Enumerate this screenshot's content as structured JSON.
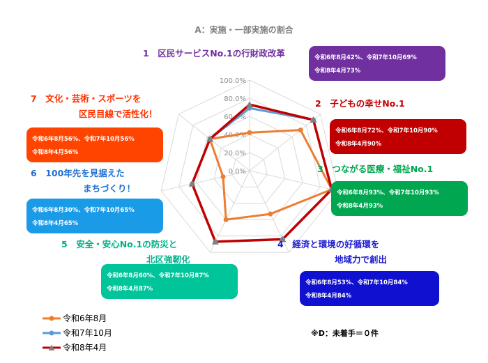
{
  "chart_data": {
    "type": "radar",
    "title": "A：実施・一部実施の割合",
    "categories": [
      "1 区民サービスNo.1の行財政改革",
      "2 子どもの幸せNo.1",
      "3 つながる医療・福祉No.1",
      "4 経済と環境の好循環を地域力で創出",
      "5 安全・安心No.1の防災と北区強靭化",
      "6 100年先を見据えたまちづくり！",
      "7 文化・芸術・スポーツを区民目線で活性化！"
    ],
    "series": [
      {
        "name": "令和6年8月",
        "values": [
          42,
          72,
          93,
          53,
          60,
          30,
          56
        ],
        "color": "#ed7d31",
        "marker": "circle"
      },
      {
        "name": "令和7年10月",
        "values": [
          69,
          90,
          93,
          84,
          87,
          65,
          56
        ],
        "color": "#5b9bd5",
        "marker": "circle"
      },
      {
        "name": "令和8年4月",
        "values": [
          73,
          90,
          93,
          84,
          87,
          65,
          56
        ],
        "color": "#c00000",
        "marker": "triangle"
      }
    ],
    "rlim": [
      0,
      100
    ],
    "ticks": [
      "0.0%",
      "20.0%",
      "40.0%",
      "60.0%",
      "80.0%",
      "100.0%"
    ],
    "grid": true,
    "legend": "bottom-left"
  },
  "goals": [
    {
      "num": "1",
      "lines": [
        "1　区民サービスNo.1の行財政改革"
      ],
      "color": "#7030a0",
      "box": [
        "令和6年8月42%、令和7年10月69%",
        "令和8年4月73%"
      ]
    },
    {
      "num": "2",
      "lines": [
        "2　子どもの幸せNo.1"
      ],
      "color": "#c00000",
      "box": [
        "令和6年8月72%、令和7年10月90%",
        "令和8年4月90%"
      ]
    },
    {
      "num": "3",
      "lines": [
        "3　つながる医療・福祉No.1"
      ],
      "color": "#00a650",
      "box": [
        "令和6年8月93%、令和7年10月93%",
        "令和8年4月93%"
      ]
    },
    {
      "num": "4",
      "lines": [
        "4　経済と環境の好循環を",
        "地域力で創出"
      ],
      "color": "#1010d0",
      "box": [
        "令和6年8月53%、令和7年10月84%",
        "令和8年4月84%"
      ]
    },
    {
      "num": "5",
      "lines": [
        "5　安全・安心No.1の防災と",
        "北区強靭化"
      ],
      "color": "#00c49a",
      "box": [
        "令和6年8月60%、令和7年10月87%",
        "令和8年4月87%"
      ]
    },
    {
      "num": "6",
      "lines": [
        "6　100年先を見据えた",
        "まちづくり！"
      ],
      "color": "#1a9be8",
      "box": [
        "令和6年8月30%、令和7年10月65%",
        "令和8年4月65%"
      ]
    },
    {
      "num": "7",
      "lines": [
        "7　文化・芸術・スポーツを",
        "区民目線で活性化！"
      ],
      "color": "#ff4400",
      "box": [
        "令和6年8月56%、令和7年10月56%",
        "令和8年4月56%"
      ]
    }
  ],
  "note": "※D：未着手＝０件"
}
